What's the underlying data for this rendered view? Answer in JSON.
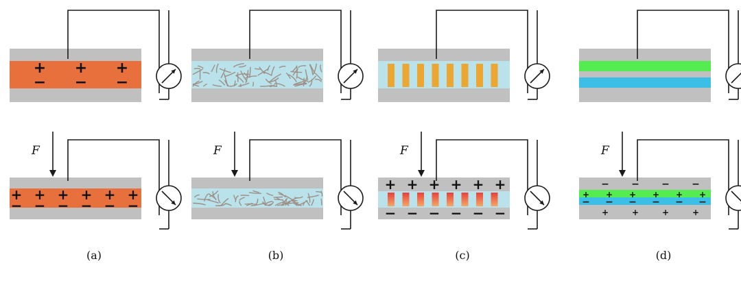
{
  "colors": {
    "electrode": "#c0c0c0",
    "wire": "#1a1a1a",
    "piezo": "#e8703c",
    "matrix": "#b9e2ea",
    "fiber": "#9e8f86",
    "pillar": "#eca733",
    "pillar_top": "#e8403a",
    "pillar_bottom": "#f5a866",
    "layer_green": "#54ec50",
    "layer_blue": "#3bbfe6"
  },
  "force_label": "F",
  "signs": {
    "positive": "+",
    "negative": "−"
  },
  "panels": [
    {
      "id": "a",
      "caption": "(a)"
    },
    {
      "id": "b",
      "caption": "(b)"
    },
    {
      "id": "c",
      "caption": "(c)"
    },
    {
      "id": "d",
      "caption": "(d)"
    }
  ]
}
